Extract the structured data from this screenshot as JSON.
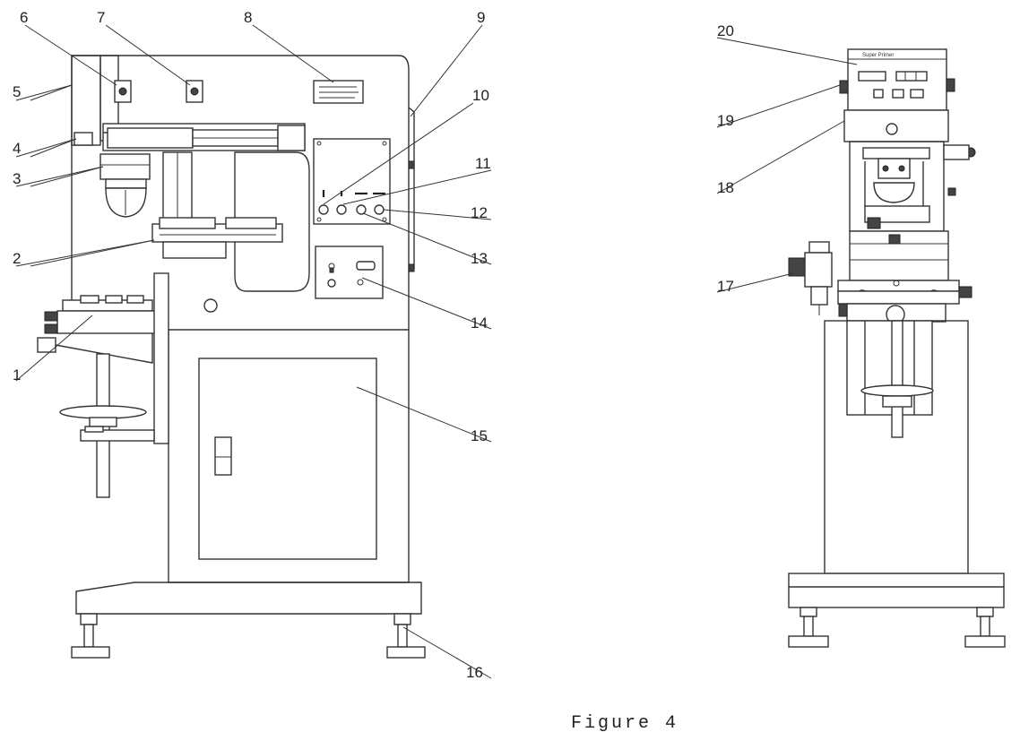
{
  "figure_caption": "Figure 4",
  "callouts": [
    "1",
    "2",
    "3",
    "4",
    "5",
    "6",
    "7",
    "8",
    "9",
    "10",
    "11",
    "12",
    "13",
    "14",
    "15",
    "16",
    "17",
    "18",
    "19",
    "20"
  ],
  "panel_brand_text": "Super Primer"
}
